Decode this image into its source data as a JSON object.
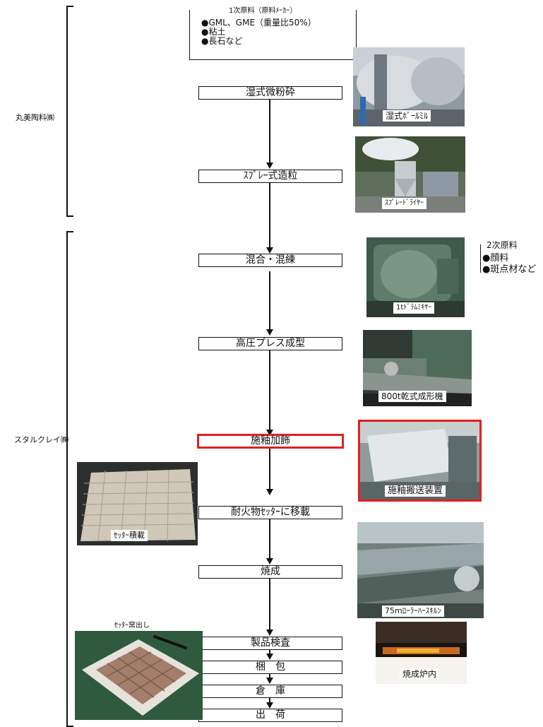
{
  "raw1": {
    "title": "1次原料（原料ﾒｰｶｰ）",
    "items": [
      "●GML、GME（重量比50%）",
      "●粘土",
      "●長石など"
    ]
  },
  "raw2": {
    "title": "2次原料",
    "items": [
      "●顔料",
      "●斑点材など"
    ]
  },
  "companies": {
    "maruyoshi": "丸美陶料㈱",
    "starclay": "スタルクレイ㈱"
  },
  "steps": [
    "湿式微粉砕",
    "ｽﾌﾟﾚｰ式造粒",
    "混合・混練",
    "高圧プレス成型",
    "施釉加飾",
    "耐火物ｾｯﾀｰに移載",
    "焼成",
    "製品検査",
    "梱　包",
    "倉　庫",
    "出　荷"
  ],
  "photos": {
    "ballmill": "湿式ﾎﾞｰﾙﾐﾙ",
    "spraydryer": "ｽﾌﾟﾚｰﾄﾞﾗｲﾔｰ",
    "drummixer": "1tﾄﾞﾗﾑﾐｷｻｰ",
    "press": "800t乾式成形機",
    "glaze": "施釉搬送装置",
    "setter": "ｾｯﾀｰ積載",
    "kiln": "75mﾛｰﾗｰﾊｰｽｷﾙﾝ",
    "furnace": "焼成炉内",
    "kiln_out": "ｾｯﾀｰ窯出し"
  },
  "colors": {
    "highlight": "#e02020",
    "line": "#111111"
  }
}
